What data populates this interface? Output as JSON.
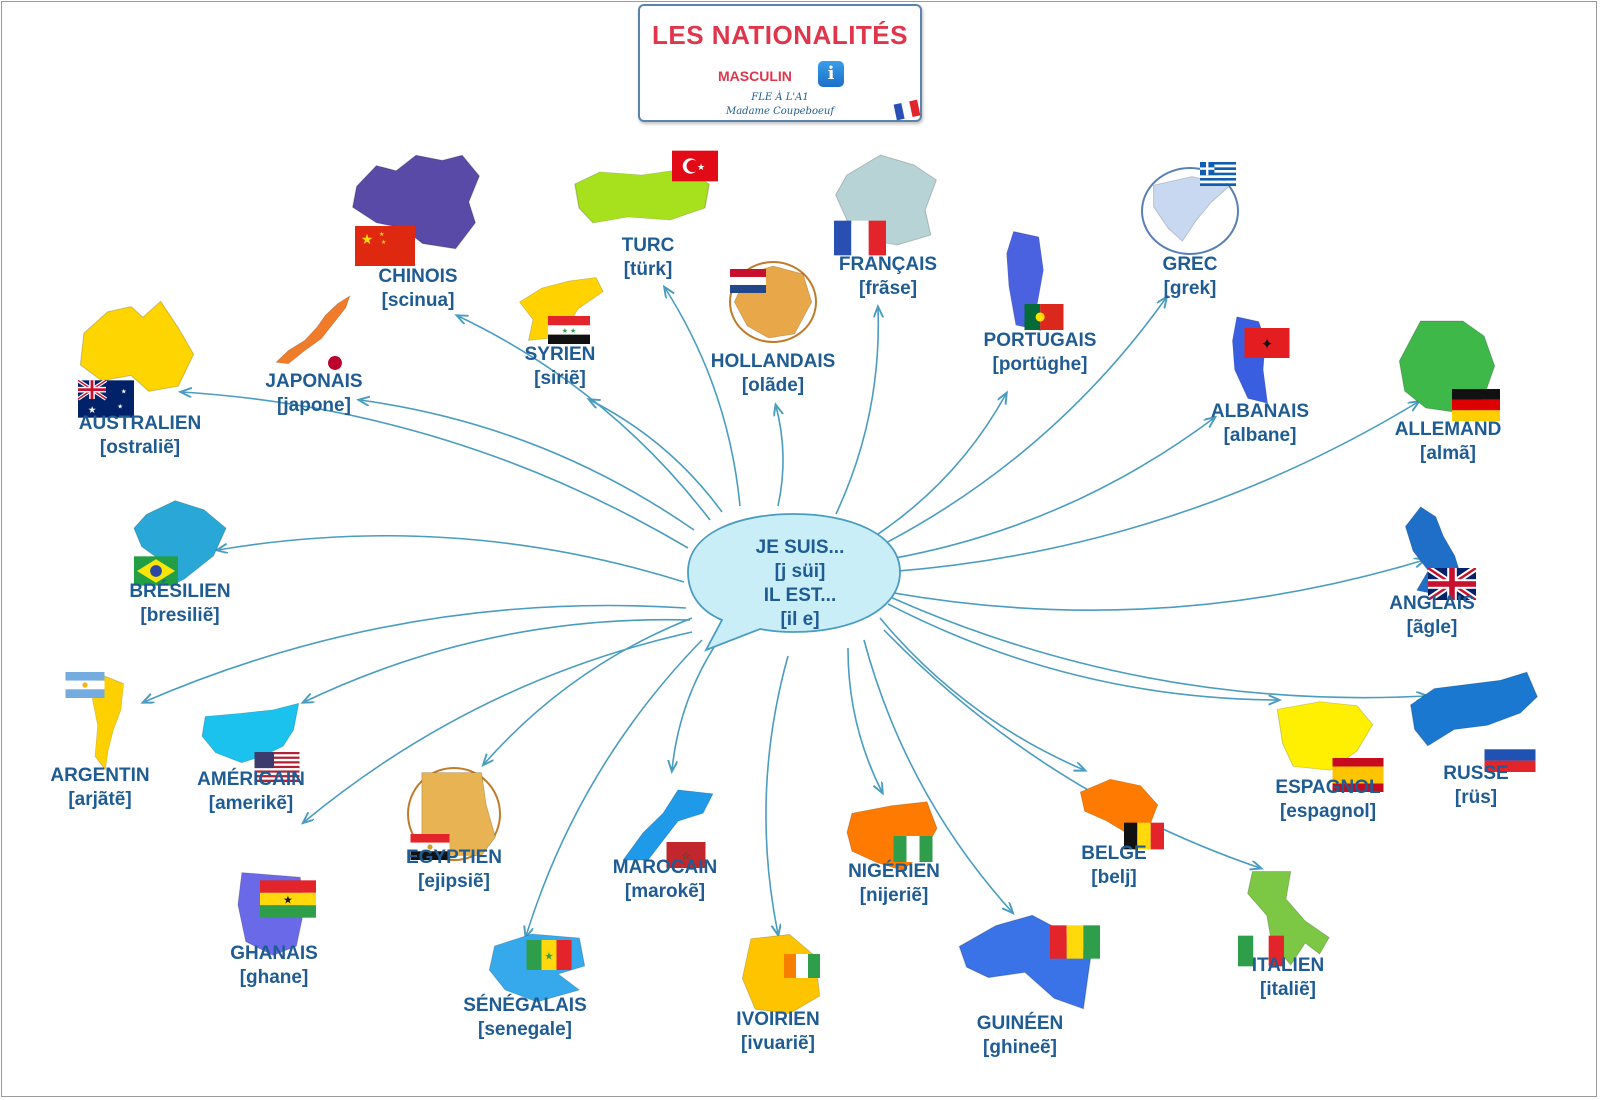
{
  "header": {
    "title": "LES NATIONALITÉS",
    "subtitle": "MASCULIN",
    "info_icon": "info-icon",
    "line1": "FLE À L'A1",
    "line2": "Madame Coupeboeuf"
  },
  "center": {
    "line1": "JE SUIS...",
    "line2": "[j süi]",
    "line3": "IL EST...",
    "line4": "[il e]",
    "color": "#c9eef8"
  },
  "nationalities": [
    {
      "name": "AUSTRALIEN",
      "ipa": "[ostraliẽ]",
      "map_color": "#ffd500",
      "flag": "australia"
    },
    {
      "name": "JAPONAIS",
      "ipa": "[japone]",
      "map_color": "#f07c2a",
      "flag": "japan"
    },
    {
      "name": "CHINOIS",
      "ipa": "[scinua]",
      "map_color": "#5a4aa8",
      "flag": "china"
    },
    {
      "name": "SYRIEN",
      "ipa": "[siriẽ]",
      "map_color": "#ffd200",
      "flag": "syria"
    },
    {
      "name": "TURC",
      "ipa": "[türk]",
      "map_color": "#a7e01c",
      "flag": "turkey"
    },
    {
      "name": "HOLLANDAIS",
      "ipa": "[olãde]",
      "map_color": "#e8a84a",
      "flag": "netherlands"
    },
    {
      "name": "FRANÇAIS",
      "ipa": "[frãse]",
      "map_color": "#b7d3d6",
      "flag": "france"
    },
    {
      "name": "PORTUGAIS",
      "ipa": "[portüghe]",
      "map_color": "#4a62e0",
      "flag": "portugal"
    },
    {
      "name": "GREC",
      "ipa": "[grek]",
      "map_color": "#c8d8f0",
      "flag": "greece"
    },
    {
      "name": "ALBANAIS",
      "ipa": "[albane]",
      "map_color": "#3a5ee0",
      "flag": "albania"
    },
    {
      "name": "ALLEMAND",
      "ipa": "[almã]",
      "map_color": "#3fb84a",
      "flag": "germany"
    },
    {
      "name": "BRÉSILIEN",
      "ipa": "[bresiliẽ]",
      "map_color": "#29a8d8",
      "flag": "brazil"
    },
    {
      "name": "ANGLAIS",
      "ipa": "[ãgle]",
      "map_color": "#1f6fc9",
      "flag": "uk"
    },
    {
      "name": "ARGENTIN",
      "ipa": "[arjãtẽ]",
      "map_color": "#ffd000",
      "flag": "argentina"
    },
    {
      "name": "AMÉRICAIN",
      "ipa": "[amerikẽ]",
      "map_color": "#1bc2ee",
      "flag": "usa"
    },
    {
      "name": "EGYPTIEN",
      "ipa": "[ejipsiẽ]",
      "map_color": "#e8b352",
      "flag": "egypt"
    },
    {
      "name": "MAROCAIN",
      "ipa": "[marokẽ]",
      "map_color": "#1e9ae8",
      "flag": "morocco"
    },
    {
      "name": "NIGÉRIEN",
      "ipa": "[nijeriẽ]",
      "map_color": "#ff7a00",
      "flag": "nigeria"
    },
    {
      "name": "BELGE",
      "ipa": "[belj]",
      "map_color": "#ff7a00",
      "flag": "belgium"
    },
    {
      "name": "ESPAGNOL",
      "ipa": "[espagnol]",
      "map_color": "#ffef00",
      "flag": "spain"
    },
    {
      "name": "RUSSE",
      "ipa": "[rüs]",
      "map_color": "#1a78d0",
      "flag": "russia"
    },
    {
      "name": "GHANAIS",
      "ipa": "[ghane]",
      "map_color": "#6a6ae8",
      "flag": "ghana"
    },
    {
      "name": "SÉNÉGALAIS",
      "ipa": "[senegale]",
      "map_color": "#35a9ec",
      "flag": "senegal"
    },
    {
      "name": "IVOIRIEN",
      "ipa": "[ivuariẽ]",
      "map_color": "#ffc400",
      "flag": "ivory-coast"
    },
    {
      "name": "GUINÉEN",
      "ipa": "[ghineẽ]",
      "map_color": "#3a73e8",
      "flag": "guinea"
    },
    {
      "name": "ITALIEN",
      "ipa": "[italiẽ]",
      "map_color": "#7cc844",
      "flag": "italy"
    }
  ],
  "colors": {
    "text": "#1f5c93",
    "title": "#e0354a",
    "connector": "#4a9cc0"
  }
}
